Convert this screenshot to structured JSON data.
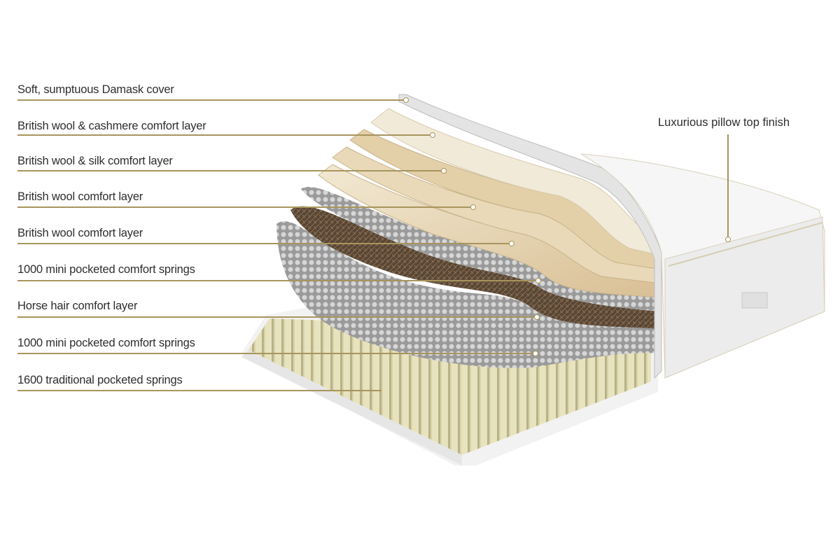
{
  "title": "Mattress layer construction",
  "accent_color": "#a8955e",
  "layers": [
    {
      "label": "Soft, sumptuous Damask cover"
    },
    {
      "label": "British wool & cashmere comfort layer"
    },
    {
      "label": "British wool & silk comfort layer"
    },
    {
      "label": "British wool comfort layer"
    },
    {
      "label": "British wool comfort layer"
    },
    {
      "label": "1000 mini pocketed comfort springs"
    },
    {
      "label": "Horse hair comfort layer"
    },
    {
      "label": "1000 mini pocketed comfort springs"
    },
    {
      "label": "1600 traditional pocketed springs"
    }
  ],
  "side_label": "Luxurious pillow top finish"
}
